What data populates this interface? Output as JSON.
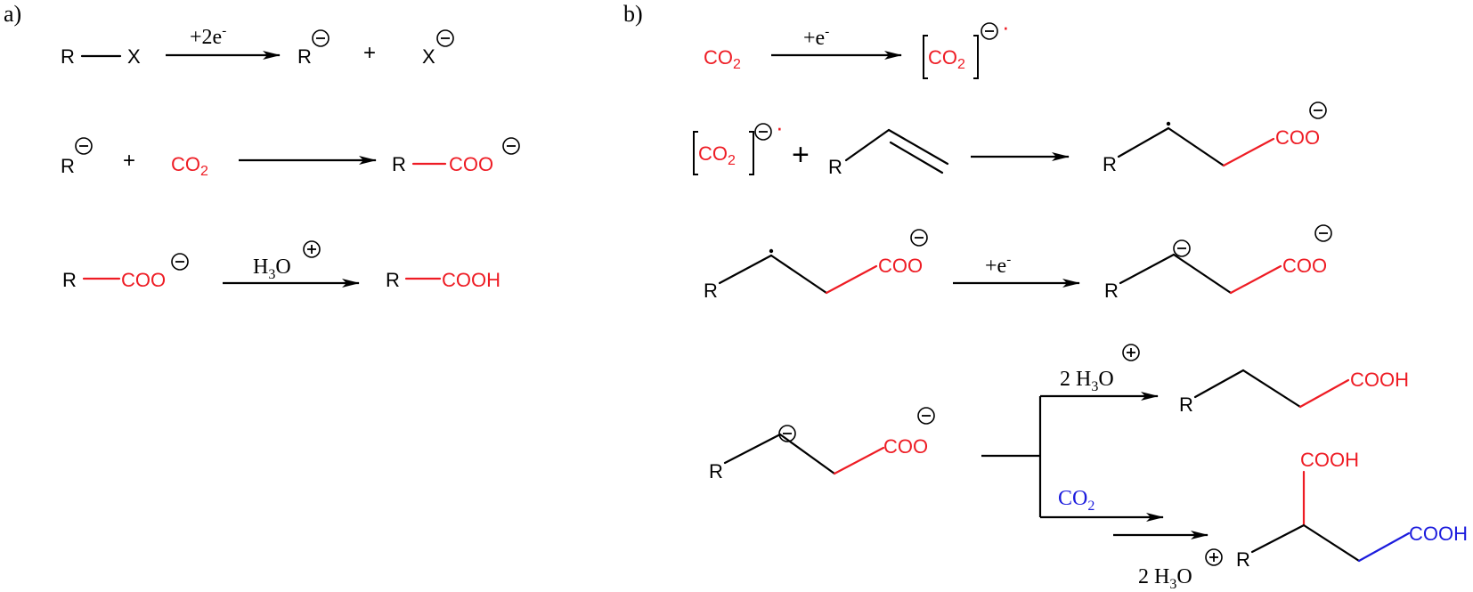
{
  "colors": {
    "default": "#000000",
    "highlight_red": "#ee1c24",
    "highlight_blue": "#1c1cdd"
  },
  "panels": {
    "a_label": "a)",
    "b_label": "b)"
  },
  "atoms": {
    "R": "R",
    "X": "X",
    "CO": "CO",
    "sub2": "2",
    "sub3": "3",
    "COO": "COO",
    "COOH": "COOH",
    "H": "H",
    "O": "O"
  },
  "symbols": {
    "plus": "+",
    "two": "2 ",
    "radical_dot": "·"
  },
  "conditions": {
    "plus_2e": "+2e",
    "plus_e": "+e",
    "e_minus": "-"
  }
}
